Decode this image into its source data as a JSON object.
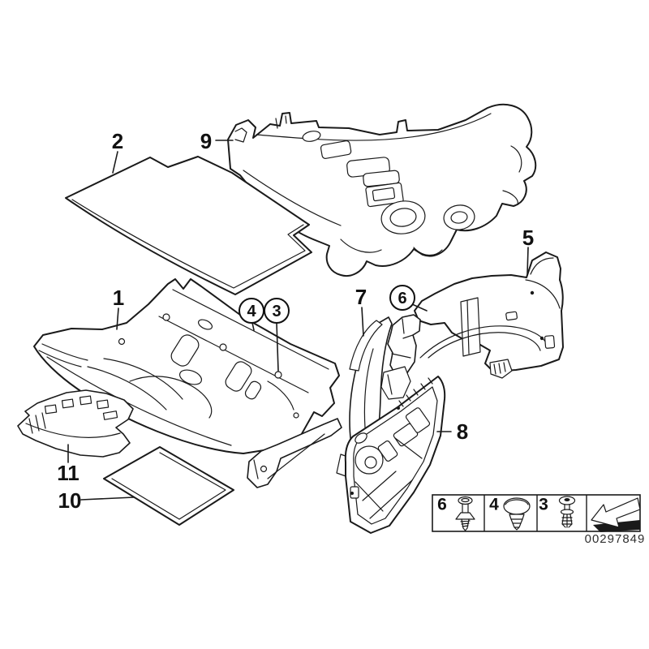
{
  "page": {
    "background": "#ffffff",
    "line_color": "#1a1a1a"
  },
  "callouts": {
    "n1": {
      "label": "1",
      "circled": false
    },
    "n2": {
      "label": "2",
      "circled": false
    },
    "n5": {
      "label": "5",
      "circled": false
    },
    "n7": {
      "label": "7",
      "circled": false
    },
    "n8": {
      "label": "8",
      "circled": false
    },
    "n9": {
      "label": "9",
      "circled": false
    },
    "n10": {
      "label": "10",
      "circled": false
    },
    "n11": {
      "label": "11",
      "circled": false
    },
    "c3": {
      "label": "3",
      "circled": true
    },
    "c4": {
      "label": "4",
      "circled": true
    },
    "c6": {
      "label": "6",
      "circled": true
    }
  },
  "legend": {
    "items": [
      {
        "label": "6",
        "icon": "screw-icon"
      },
      {
        "label": "4",
        "icon": "expanding-clip-icon"
      },
      {
        "label": "3",
        "icon": "expanding-rivet-icon"
      },
      {
        "label": "",
        "icon": "direction-arrow-icon"
      }
    ]
  },
  "footer": {
    "part_number": "00297849"
  }
}
